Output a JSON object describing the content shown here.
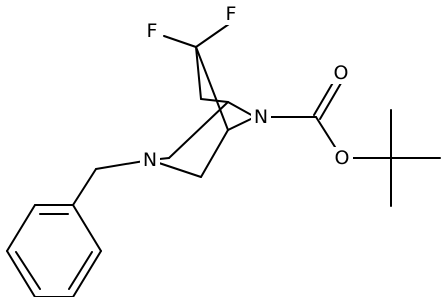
{
  "molecule": {
    "labels": {
      "f_left": "F",
      "f_right": "F",
      "n_bicyclic": "N",
      "n_benzyl": "N",
      "o_carbonyl": "O",
      "o_ester": "O"
    },
    "groups": [
      "benzyl",
      "tert-butoxycarbonyl",
      "gem-difluoro",
      "diazabicycle"
    ]
  }
}
